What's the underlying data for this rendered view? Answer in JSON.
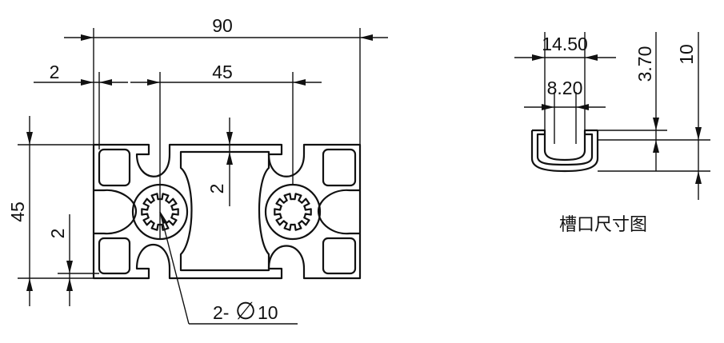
{
  "profile_dims": {
    "overall_width": "90",
    "slot_pitch": "45",
    "height": "45",
    "edge_wall": "2",
    "bottom_wall": "2",
    "cavity_wall": "2",
    "holes": "2-",
    "hole_diameter_symbol": "∅",
    "hole_diameter_value": "10"
  },
  "slot_dims": {
    "opening_outer": "14.50",
    "opening_inner": "8.20",
    "lip_depth": "3.70",
    "slot_depth": "10"
  },
  "slot_caption": "槽口尺寸图"
}
